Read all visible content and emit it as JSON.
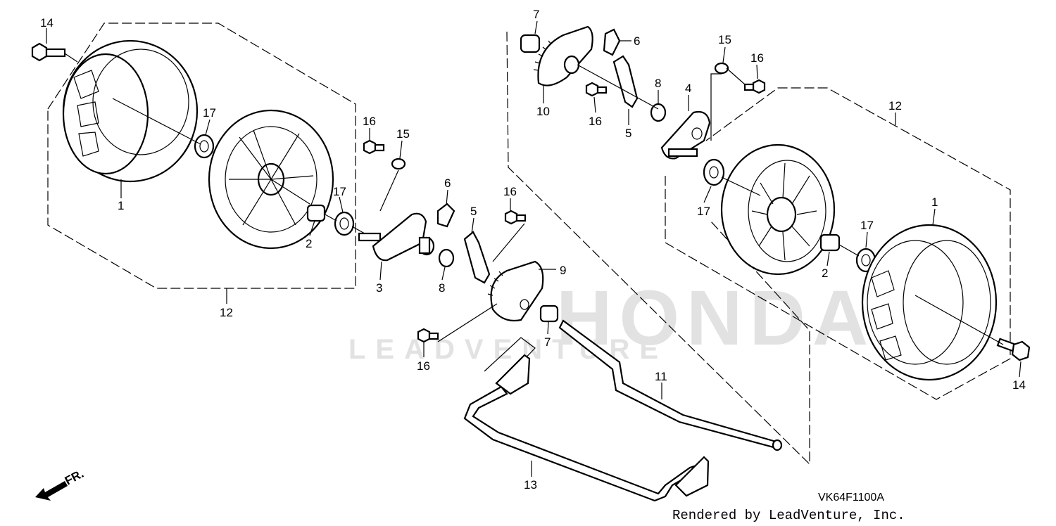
{
  "diagram_code": "VK64F1100A",
  "credit": "Rendered by LeadVenture, Inc.",
  "watermark": {
    "brand": "HONDA",
    "sub": "LEADVENTURE"
  },
  "direction_label": "FR.",
  "callouts": {
    "lw_14": "14",
    "lw_1": "1",
    "lw_17a": "17",
    "lw_17b": "17",
    "lw_2": "2",
    "lw_12": "12",
    "lc_16a": "16",
    "lc_15": "15",
    "lc_6": "6",
    "lc_5": "5",
    "lc_16b": "16",
    "lc_3": "3",
    "lc_8": "8",
    "lc_9": "9",
    "lc_7": "7",
    "lc_16c": "16",
    "lc_11": "11",
    "lc_13": "13",
    "ur_7": "7",
    "ur_6": "6",
    "ur_10": "10",
    "ur_16a": "16",
    "ur_8": "8",
    "ur_5": "5",
    "ur_4": "4",
    "ur_15": "15",
    "ur_16b": "16",
    "ur_12": "12",
    "rw_17a": "17",
    "rw_1": "1",
    "rw_17b": "17",
    "rw_2": "2",
    "rw_14": "14"
  }
}
